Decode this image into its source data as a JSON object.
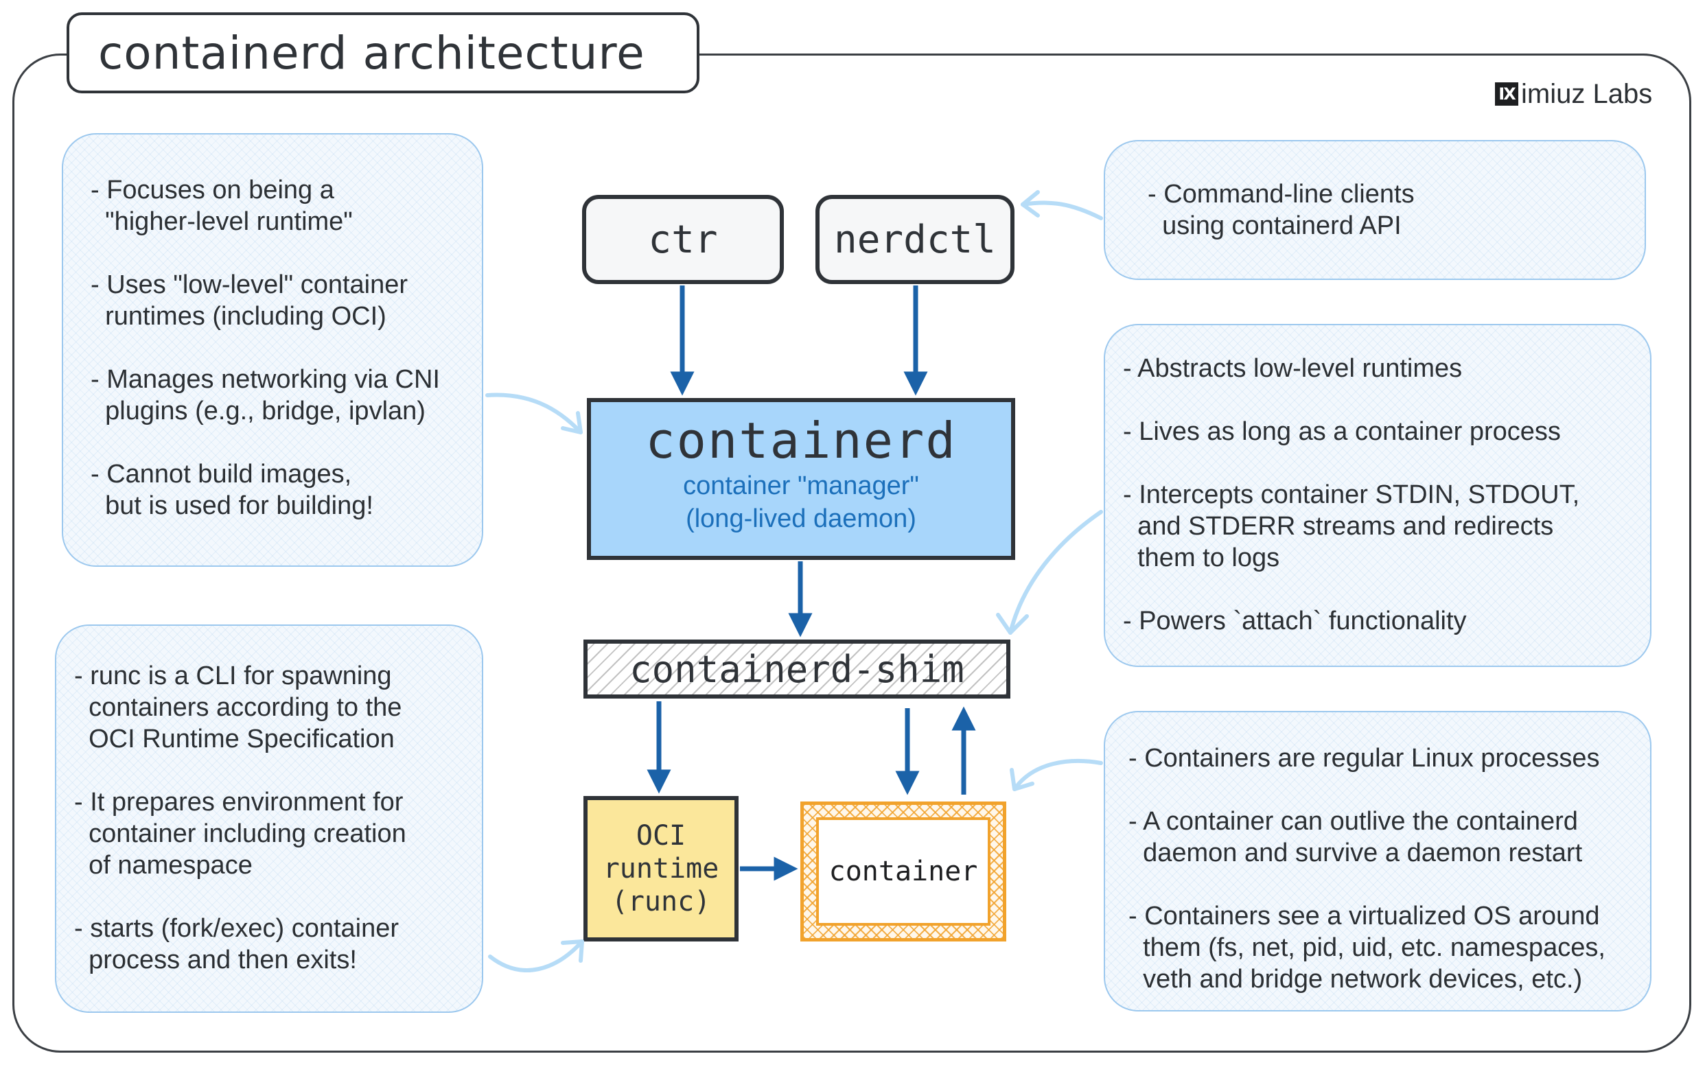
{
  "title": "containerd architecture",
  "brand": {
    "logo_text": "IX",
    "name": "imiuz Labs"
  },
  "components": {
    "ctr": "ctr",
    "nerdctl": "nerdctl",
    "containerd": {
      "name": "containerd",
      "line1": "container \"manager\"",
      "line2": "(long-lived daemon)"
    },
    "shim": "containerd-shim",
    "oci": "OCI\nruntime\n(runc)",
    "container": "container"
  },
  "notes": {
    "containerd_info": "- Focuses on being a\n  \"higher-level runtime\"\n\n- Uses \"low-level\" container\n  runtimes (including OCI)\n\n- Manages networking via CNI\n  plugins (e.g., bridge, ipvlan)\n\n- Cannot build images,\n  but is used for building!",
    "runc_info": "- runc is a CLI for spawning\n  containers according to the\n  OCI Runtime Specification\n\n- It prepares environment for\n  container including creation\n  of namespace\n\n- starts (fork/exec) container\n  process and then exits!",
    "cli_info": "- Command-line clients\n  using containerd API",
    "shim_info": "- Abstracts low-level runtimes\n\n- Lives as long as a container process\n\n- Intercepts container STDIN, STDOUT,\n  and STDERR streams and redirects\n  them to logs\n\n- Powers `attach` functionality",
    "container_info": "- Containers are regular Linux processes\n\n- A container can outlive the containerd\n  daemon and survive a daemon restart\n\n- Containers see a virtualized OS around\n  them (fs, net, pid, uid, etc. namespaces,\n  veth and bridge network devices, etc.)"
  },
  "colors": {
    "arrow": "#1b62a8",
    "pointer": "#b6dcf7",
    "containerd_fill": "#a8d6fb",
    "oci_fill": "#fbe79b",
    "container_border": "#f1a22c"
  }
}
